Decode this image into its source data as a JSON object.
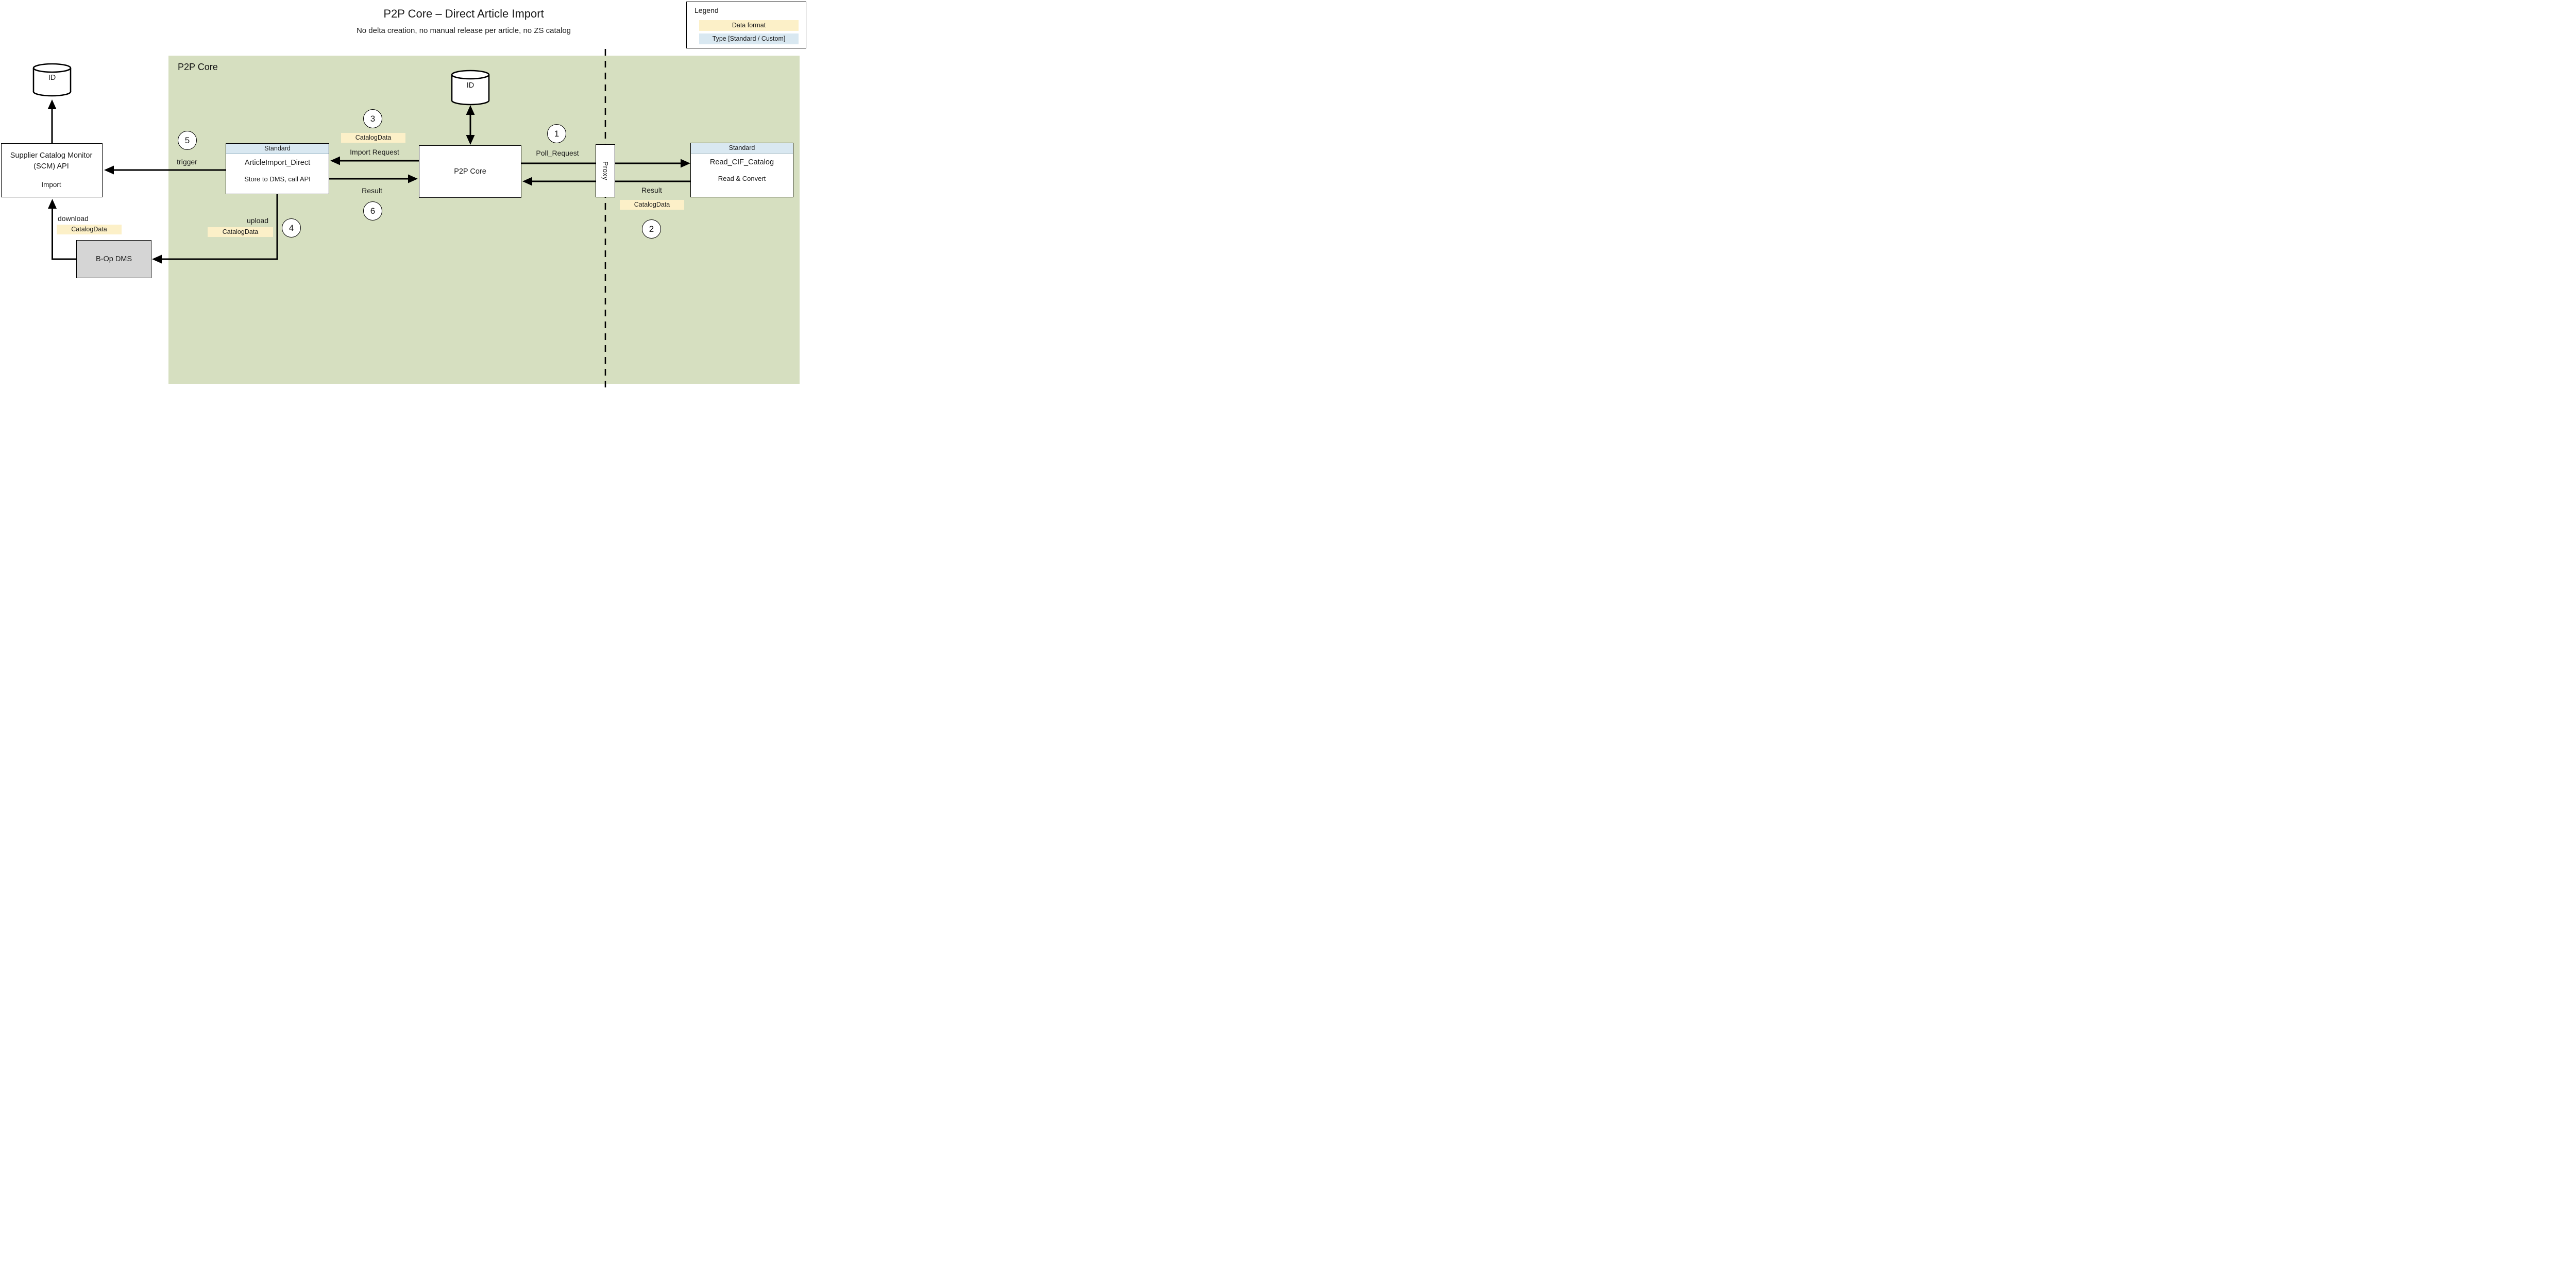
{
  "title": "P2P Core – Direct Article Import",
  "subtitle": "No delta creation, no manual release per article, no ZS catalog",
  "legend": {
    "title": "Legend",
    "data_format": "Data format",
    "type_row": "Type [Standard / Custom]"
  },
  "colors": {
    "green": "#d6dfc0",
    "tan": "#fcf0c8",
    "blue": "#d9e8f1",
    "gray": "#d5d5d5"
  },
  "zone": {
    "label": "P2P Core"
  },
  "nodes": {
    "left_db": {
      "label": "ID"
    },
    "scm": {
      "title": "Supplier Catalog Monitor (SCM) API",
      "body": "Import"
    },
    "dms": {
      "label": "B-Op DMS"
    },
    "article_import": {
      "type": "Standard",
      "title": "ArticleImport_Direct",
      "body": "Store to DMS, call API"
    },
    "mid_db": {
      "label": "ID"
    },
    "p2p_core": {
      "label": "P2P Core"
    },
    "proxy": {
      "label": "Proxy"
    },
    "read_cif": {
      "type": "Standard",
      "title": "Read_CIF_Catalog",
      "body": "Read & Convert"
    }
  },
  "labels": {
    "download": "download",
    "download_format": "CatalogData",
    "upload": "upload",
    "upload_format": "CatalogData",
    "trigger": "trigger",
    "import_format": "CatalogData",
    "import_request": "Import Request",
    "result_mid": "Result",
    "poll_request": "Poll_Request",
    "result_right": "Result",
    "result_format": "CatalogData"
  },
  "steps": {
    "s1": "1",
    "s2": "2",
    "s3": "3",
    "s4": "4",
    "s5": "5",
    "s6": "6"
  }
}
